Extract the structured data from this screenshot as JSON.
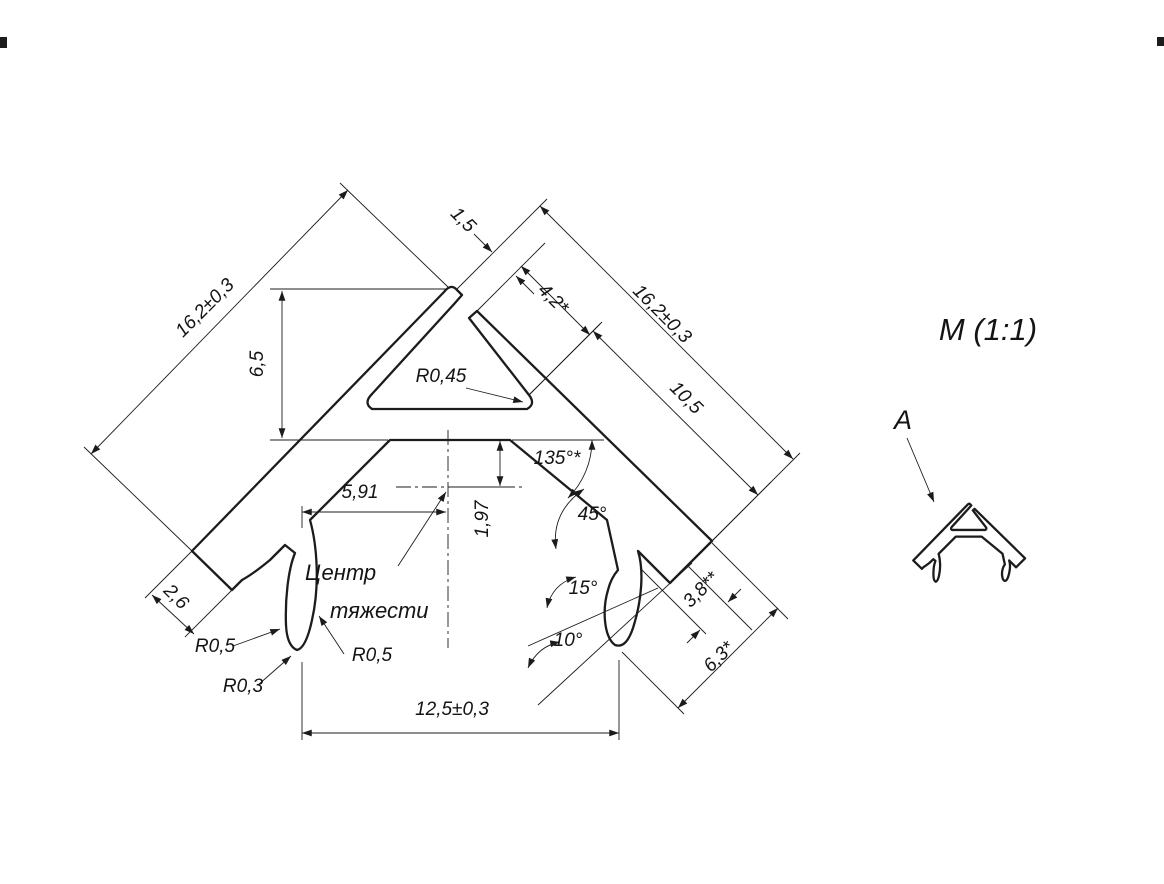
{
  "main_view": {
    "dim_left_length": "16,2±0,3",
    "dim_slot": "1,5",
    "dim_channel": "4,2*",
    "dim_right_length": "16,2±0,3",
    "dim_right_partial": "10,5",
    "dim_height": "6,5",
    "radius_channel": "R0,45",
    "angle_inner": "135°*",
    "dim_cg_x": "5,91",
    "dim_cg_y": "1,97",
    "angle_hook_45": "45°",
    "angle_hook_15": "15°",
    "angle_hook_10": "10°",
    "dim_end_thickness": "2,6",
    "radius_hook_outer": "R0,5",
    "radius_hook_inner": "R0,3",
    "radius_hook_mid": "R0,5",
    "dim_hook_span": "12,5±0,3",
    "dim_foot_38": "3,8**",
    "dim_foot_63": "6,3*",
    "cg_line1": "Центр",
    "cg_line2": "тяжести"
  },
  "detail_view": {
    "scale_label": "М (1:1)",
    "view_label": "А"
  }
}
